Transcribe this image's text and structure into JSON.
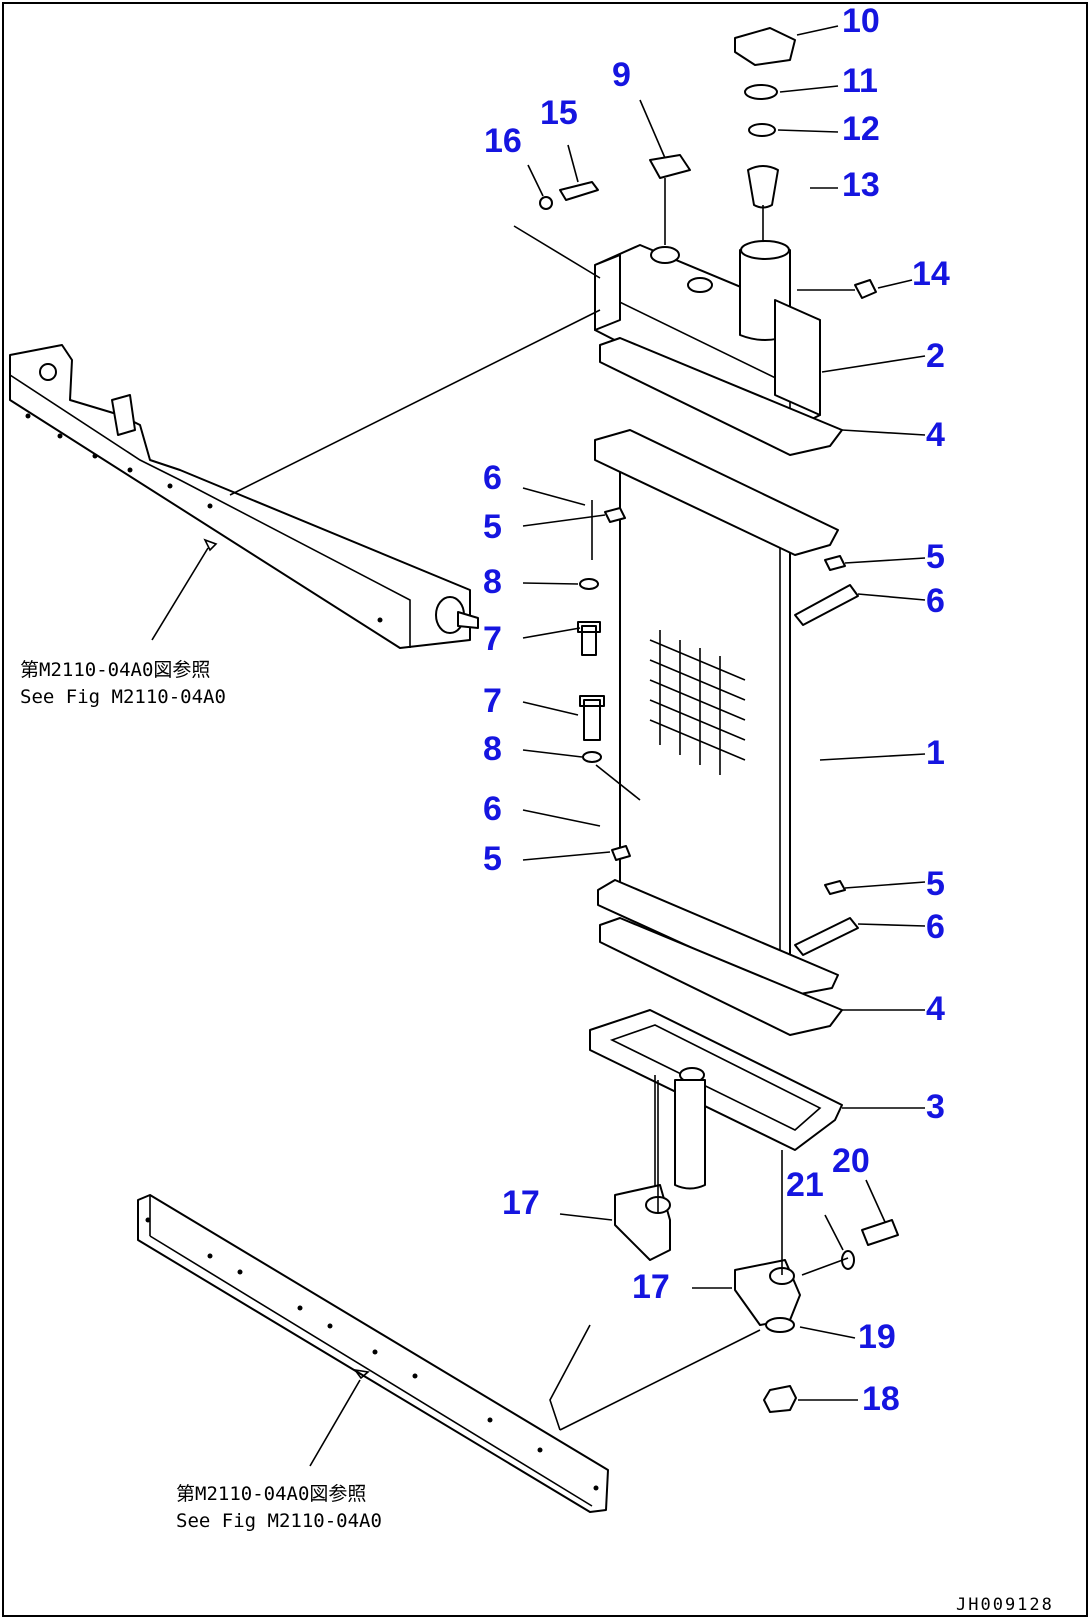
{
  "diagram": {
    "figure_id": "JH009128",
    "callouts": [
      {
        "id": "c10",
        "label": "10"
      },
      {
        "id": "c11",
        "label": "11"
      },
      {
        "id": "c12",
        "label": "12"
      },
      {
        "id": "c13",
        "label": "13"
      },
      {
        "id": "c9",
        "label": "9"
      },
      {
        "id": "c15",
        "label": "15"
      },
      {
        "id": "c16",
        "label": "16"
      },
      {
        "id": "c14",
        "label": "14"
      },
      {
        "id": "c2",
        "label": "2"
      },
      {
        "id": "c4a",
        "label": "4"
      },
      {
        "id": "c6a",
        "label": "6"
      },
      {
        "id": "c5a",
        "label": "5"
      },
      {
        "id": "c5b",
        "label": "5"
      },
      {
        "id": "c6b",
        "label": "6"
      },
      {
        "id": "c8a",
        "label": "8"
      },
      {
        "id": "c7a",
        "label": "7"
      },
      {
        "id": "c7b",
        "label": "7"
      },
      {
        "id": "c8b",
        "label": "8"
      },
      {
        "id": "c1",
        "label": "1"
      },
      {
        "id": "c6c",
        "label": "6"
      },
      {
        "id": "c5c",
        "label": "5"
      },
      {
        "id": "c5d",
        "label": "5"
      },
      {
        "id": "c6d",
        "label": "6"
      },
      {
        "id": "c4b",
        "label": "4"
      },
      {
        "id": "c3",
        "label": "3"
      },
      {
        "id": "c20",
        "label": "20"
      },
      {
        "id": "c21",
        "label": "21"
      },
      {
        "id": "c17a",
        "label": "17"
      },
      {
        "id": "c17b",
        "label": "17"
      },
      {
        "id": "c19",
        "label": "19"
      },
      {
        "id": "c18",
        "label": "18"
      }
    ],
    "references": [
      {
        "id": "ref-upper-jp",
        "text": "第M2110-04A0図参照"
      },
      {
        "id": "ref-upper-en",
        "text": "See Fig M2110-04A0"
      },
      {
        "id": "ref-lower-jp",
        "text": "第M2110-04A0図参照"
      },
      {
        "id": "ref-lower-en",
        "text": "See Fig M2110-04A0"
      }
    ],
    "colors": {
      "callout": "#1515e0",
      "line": "#000000"
    }
  }
}
